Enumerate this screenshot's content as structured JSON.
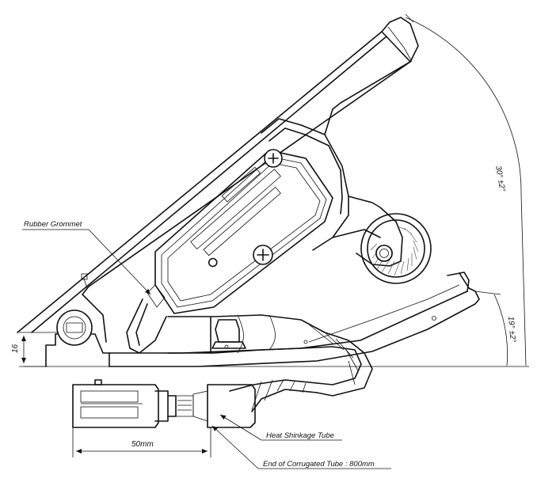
{
  "callouts": {
    "rubber_grommet": "Rubber Grommet",
    "heat_shrink_tube": "Heat Shinkage Tube",
    "corrugated_tube_end": "End of Corrugated Tube : 800mm"
  },
  "dimensions": {
    "height": "16",
    "connector_length": "50mm",
    "pedal_travel_angle": "30° ±2°",
    "base_angle": "19° ±2°"
  }
}
